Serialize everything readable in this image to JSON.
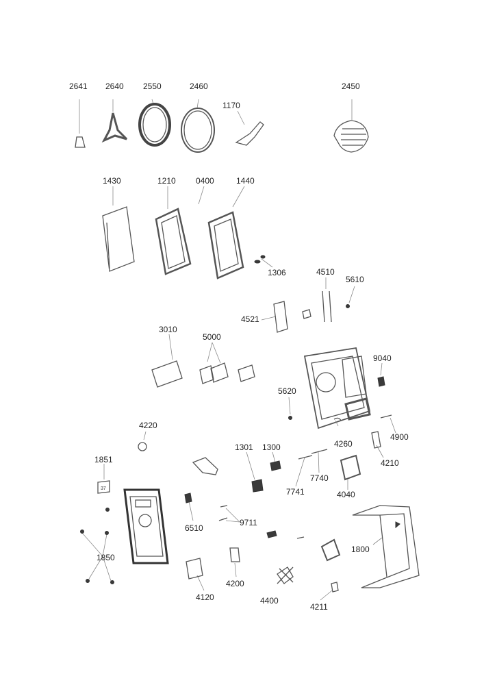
{
  "diagram": {
    "callouts": [
      {
        "id": "2641"
      },
      {
        "id": "2640"
      },
      {
        "id": "2550"
      },
      {
        "id": "2460"
      },
      {
        "id": "1170"
      },
      {
        "id": "2450"
      },
      {
        "id": "1430"
      },
      {
        "id": "1210"
      },
      {
        "id": "0400"
      },
      {
        "id": "1440"
      },
      {
        "id": "1306"
      },
      {
        "id": "4510"
      },
      {
        "id": "5610"
      },
      {
        "id": "4521"
      },
      {
        "id": "3010"
      },
      {
        "id": "5000"
      },
      {
        "id": "9040"
      },
      {
        "id": "5620"
      },
      {
        "id": "4220"
      },
      {
        "id": "4900"
      },
      {
        "id": "4260"
      },
      {
        "id": "1301"
      },
      {
        "id": "1300"
      },
      {
        "id": "1851"
      },
      {
        "id": "4210"
      },
      {
        "id": "7740"
      },
      {
        "id": "7741"
      },
      {
        "id": "4040"
      },
      {
        "id": "6510"
      },
      {
        "id": "9711"
      },
      {
        "id": "1800"
      },
      {
        "id": "1850"
      },
      {
        "id": "4200"
      },
      {
        "id": "4120"
      },
      {
        "id": "4400"
      },
      {
        "id": "4211"
      }
    ],
    "inset_mark": "37"
  }
}
